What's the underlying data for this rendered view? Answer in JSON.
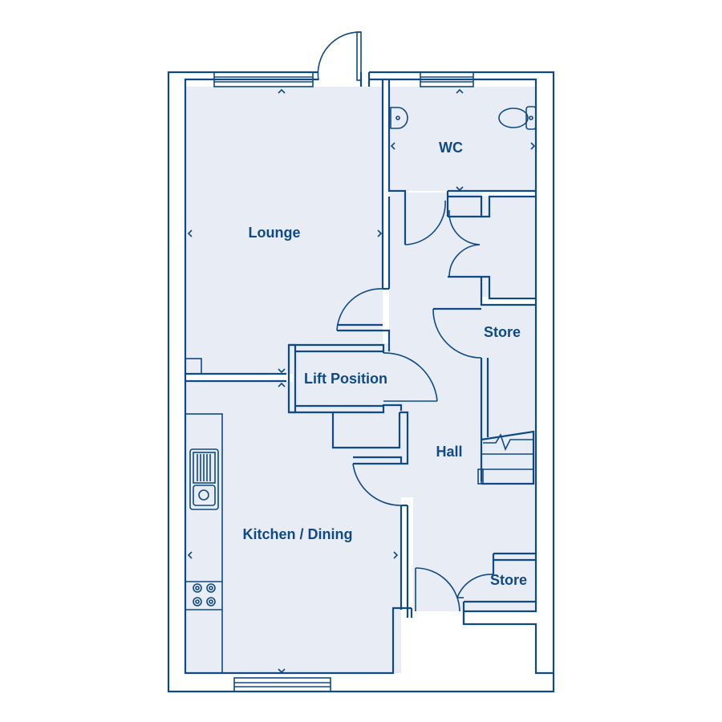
{
  "plan": {
    "colors": {
      "line": "#0f4a86",
      "floor": "#e8ecf5",
      "background": "#ffffff"
    },
    "rooms": {
      "lounge": "Lounge",
      "wc": "WC",
      "lift": "Lift Position",
      "store_mid": "Store",
      "hall": "Hall",
      "kitchen": "Kitchen / Dining",
      "store_low": "Store"
    },
    "fixtures": [
      "sink-icon",
      "toilet-icon",
      "hob-icon",
      "kitchen-sink-icon",
      "stairs-icon"
    ]
  }
}
